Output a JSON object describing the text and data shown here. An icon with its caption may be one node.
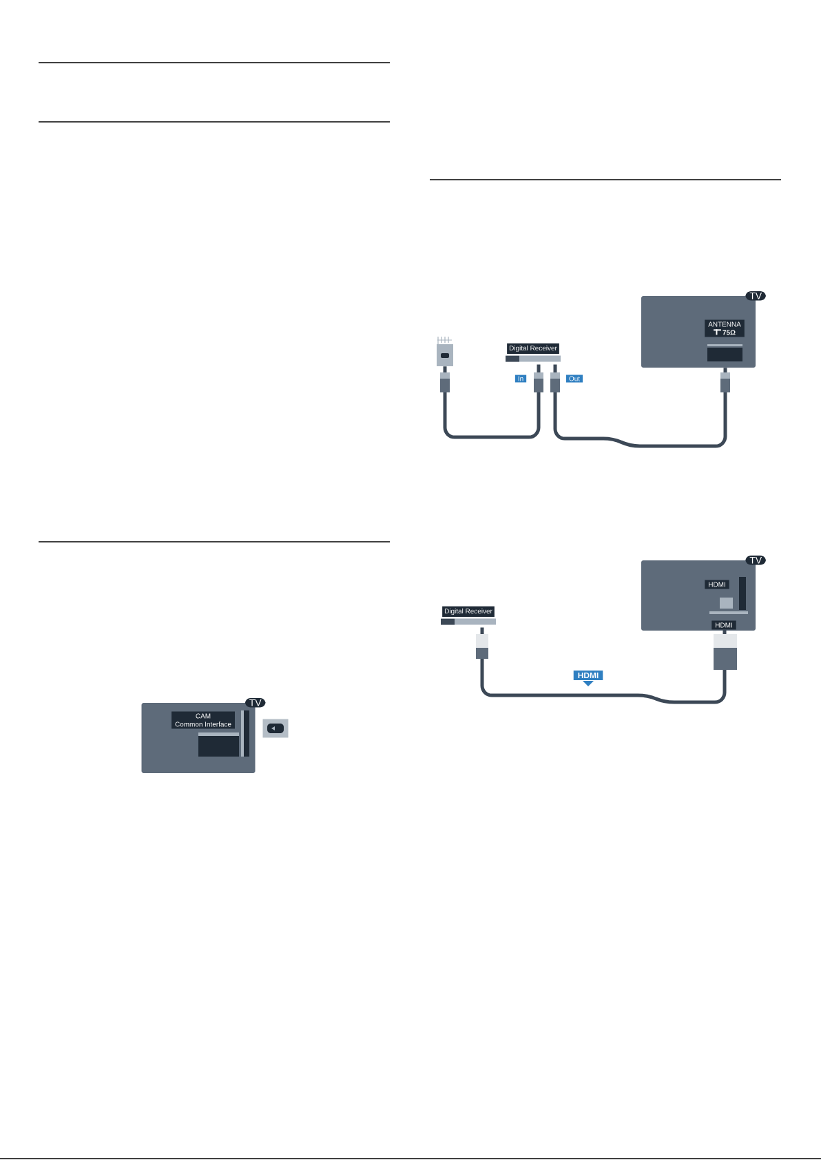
{
  "diagram": {
    "nodes": [
      {
        "text": [],
        "shape": "box"
      },
      {
        "text": [
          "Digital Receiver"
        ],
        "beside": [
          "In",
          "Out"
        ]
      },
      {
        "text": [
          "TV"
        ]
      },
      {
        "text": [
          "ANTENNA",
          "75Ω"
        ],
        "in": 2
      },
      {
        "text": [
          "Digital Receiver"
        ]
      },
      {
        "text": [
          "TV"
        ]
      },
      {
        "text": [
          "HDMI"
        ],
        "in": 5
      },
      {
        "text": [
          "HDMI"
        ],
        "in": 5
      },
      {
        "text": [
          "TV"
        ]
      },
      {
        "text": [
          "CAM",
          "Common Interface"
        ],
        "in": 8
      },
      {
        "text": [],
        "shape": "box"
      }
    ],
    "edges": [
      {
        "from": 0,
        "to": 1,
        "arrow": "none"
      },
      {
        "from": 1,
        "to": 2,
        "arrow": "none"
      },
      {
        "from": 4,
        "to": 7,
        "arrow": "none",
        "label": "HDMI"
      }
    ]
  }
}
